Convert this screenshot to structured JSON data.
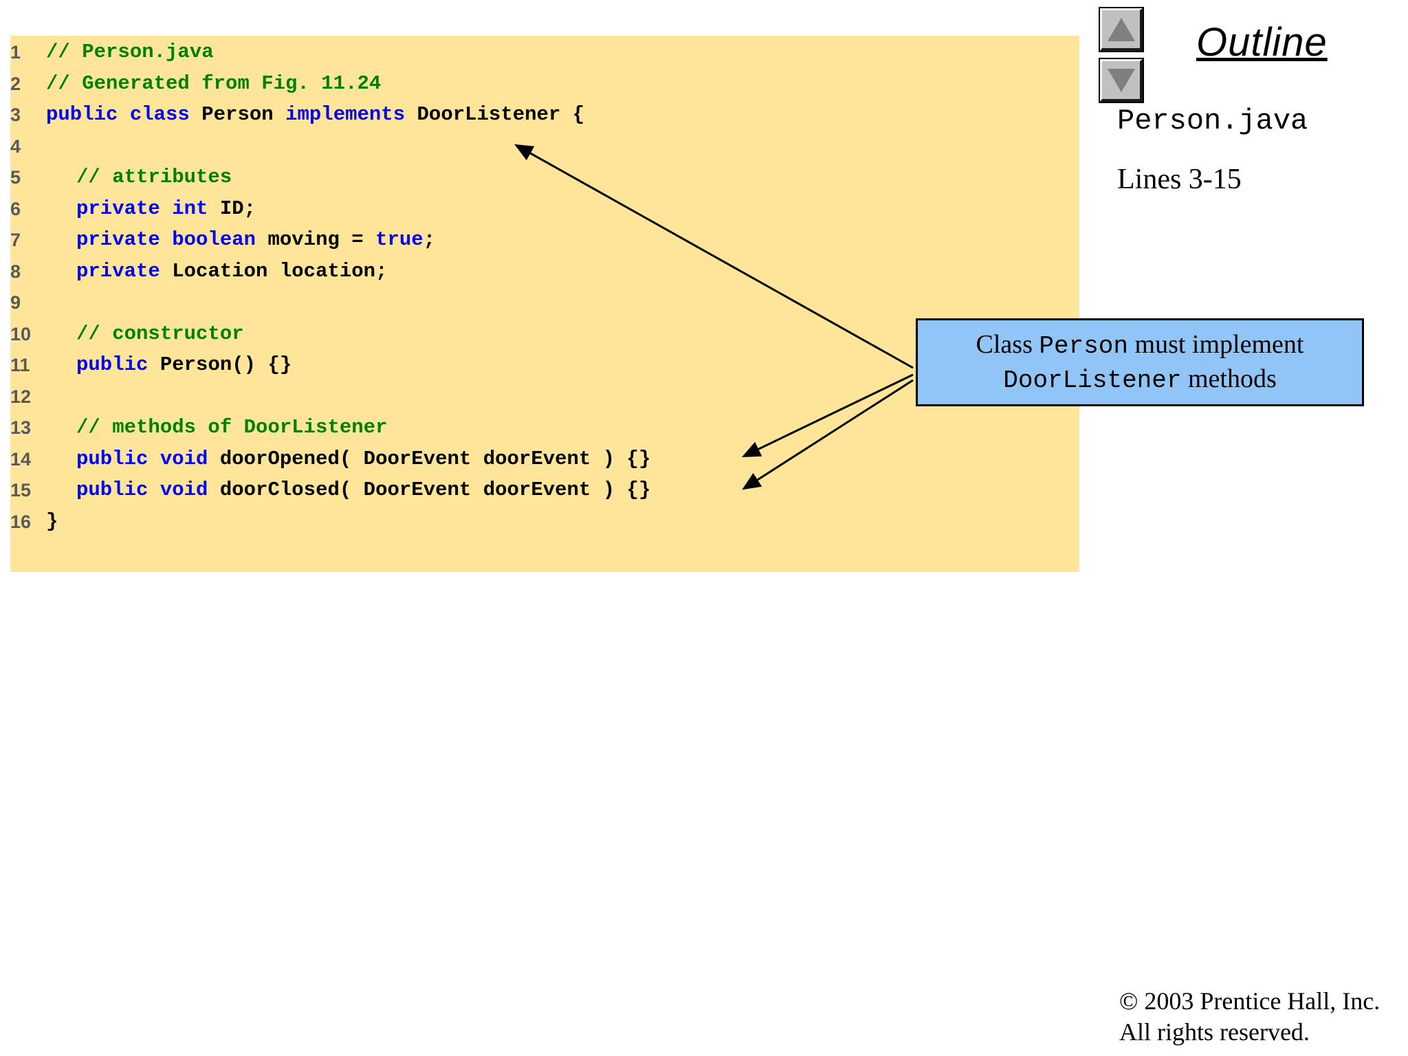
{
  "slide": {
    "code_panel": {
      "background_color": "#ffe599",
      "lines": [
        {
          "num": "1",
          "indent": 0,
          "tokens": [
            {
              "t": "// Person.java",
              "c": "cm"
            }
          ]
        },
        {
          "num": "2",
          "indent": 0,
          "tokens": [
            {
              "t": "// Generated from Fig. 11.24",
              "c": "cm"
            }
          ]
        },
        {
          "num": "3",
          "indent": 0,
          "tokens": [
            {
              "t": "public class ",
              "c": "kw"
            },
            {
              "t": "Person ",
              "c": "pl"
            },
            {
              "t": "implements ",
              "c": "kw"
            },
            {
              "t": "DoorListener {",
              "c": "pl"
            }
          ]
        },
        {
          "num": "4",
          "indent": 0,
          "tokens": []
        },
        {
          "num": "5",
          "indent": 1,
          "tokens": [
            {
              "t": "// attributes",
              "c": "cm"
            }
          ]
        },
        {
          "num": "6",
          "indent": 1,
          "tokens": [
            {
              "t": "private int ",
              "c": "kw"
            },
            {
              "t": "ID;",
              "c": "pl"
            }
          ]
        },
        {
          "num": "7",
          "indent": 1,
          "tokens": [
            {
              "t": "private boolean ",
              "c": "kw"
            },
            {
              "t": "moving = ",
              "c": "pl"
            },
            {
              "t": "true",
              "c": "kw"
            },
            {
              "t": ";",
              "c": "pl"
            }
          ]
        },
        {
          "num": "8",
          "indent": 1,
          "tokens": [
            {
              "t": "private ",
              "c": "kw"
            },
            {
              "t": "Location location;",
              "c": "pl"
            }
          ]
        },
        {
          "num": "9",
          "indent": 0,
          "tokens": []
        },
        {
          "num": "10",
          "indent": 1,
          "tokens": [
            {
              "t": "// constructor",
              "c": "cm"
            }
          ]
        },
        {
          "num": "11",
          "indent": 1,
          "tokens": [
            {
              "t": "public ",
              "c": "kw"
            },
            {
              "t": "Person() {}",
              "c": "pl"
            }
          ]
        },
        {
          "num": "12",
          "indent": 0,
          "tokens": []
        },
        {
          "num": "13",
          "indent": 1,
          "tokens": [
            {
              "t": "// methods of DoorListener",
              "c": "cm"
            }
          ]
        },
        {
          "num": "14",
          "indent": 1,
          "tokens": [
            {
              "t": "public void ",
              "c": "kw"
            },
            {
              "t": "doorOpened( DoorEvent doorEvent ) {}",
              "c": "pl"
            }
          ]
        },
        {
          "num": "15",
          "indent": 1,
          "tokens": [
            {
              "t": "public void ",
              "c": "kw"
            },
            {
              "t": "doorClosed( DoorEvent doorEvent ) {}",
              "c": "pl"
            }
          ]
        },
        {
          "num": "16",
          "indent": 0,
          "tokens": [
            {
              "t": "}",
              "c": "pl"
            }
          ]
        }
      ]
    },
    "callout": {
      "background_color": "#92c5f7",
      "border_color": "#000000",
      "line1_part1": "Class ",
      "line1_mono": "Person",
      "line1_part2": " must implement",
      "line2_mono": "DoorListener",
      "line2_part2": " methods"
    },
    "outline": {
      "title": "Outline",
      "file_name": "Person.java",
      "lines_label": "Lines 3-15",
      "nav_up_icon": "triangle-up-icon",
      "nav_down_icon": "triangle-down-icon"
    },
    "footer": {
      "copyright": "© 2003 Prentice Hall, Inc.",
      "rights": "All rights reserved."
    }
  }
}
